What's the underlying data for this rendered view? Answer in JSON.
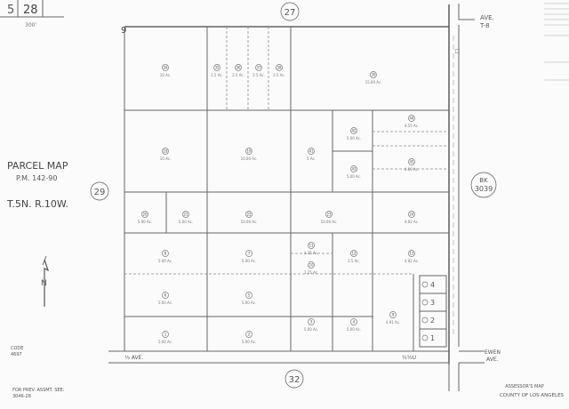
{
  "header": {
    "map_book": "28",
    "page_fragment": "5",
    "scale": "300'",
    "section_top": "27",
    "section_bottom": "32",
    "section_left": "29",
    "corner_number": "9",
    "top_right_road": "AVE.",
    "top_right_road_b": "T-8"
  },
  "left_panel": {
    "title": "PARCEL MAP",
    "pm_ref": "P.M. 142-90",
    "township": "T.5N. R.10W.",
    "code_label": "CODE",
    "code_value": "4697",
    "prev_label": "FOR PREV. ASSMT. SEE:",
    "prev_value": "3046-28",
    "north_label": "N"
  },
  "right_panel": {
    "bk_label": "BK",
    "bk_value": "3039",
    "road_bottom_right": "EWEN",
    "road_bottom_right_b": "AVE.",
    "footer_line1": "ASSESSOR'S MAP",
    "footer_line2": "COUNTY OF LOS ANGELES"
  },
  "roads": {
    "bottom_left": "⅓ AVE.",
    "bottom_mid": "½½U"
  },
  "small_lots": [
    {
      "number": "4"
    },
    {
      "number": "3"
    },
    {
      "number": "2"
    },
    {
      "number": "1"
    }
  ],
  "parcels": [
    {
      "id": "p1",
      "label": "34",
      "area": "10 Ac."
    },
    {
      "id": "p2",
      "label": "35",
      "area": "2.5 Ac."
    },
    {
      "id": "p3",
      "label": "36",
      "area": "2.5 Ac."
    },
    {
      "id": "p4",
      "label": "37",
      "area": "2.5 Ac."
    },
    {
      "id": "p5",
      "label": "38",
      "area": "2.5 Ac."
    },
    {
      "id": "p6",
      "label": "39",
      "area": "15.00 Ac."
    },
    {
      "id": "p7",
      "label": "18",
      "area": "10 Ac."
    },
    {
      "id": "p8",
      "label": "19",
      "area": "10.00 Ac."
    },
    {
      "id": "p9",
      "label": "41",
      "area": "5 Ac."
    },
    {
      "id": "p10",
      "label": "42",
      "area": "5.00 Ac."
    },
    {
      "id": "p11",
      "label": "43",
      "area": "5.00 Ac."
    },
    {
      "id": "p12",
      "label": "44",
      "area": "4.55 Ac."
    },
    {
      "id": "p13",
      "label": "45",
      "area": "4.66 Ac."
    },
    {
      "id": "p14",
      "label": "20",
      "area": "5.00 Ac."
    },
    {
      "id": "p15",
      "label": "21",
      "area": "5.00 Ac."
    },
    {
      "id": "p16",
      "label": "22",
      "area": "10.00 Ac."
    },
    {
      "id": "p17",
      "label": "23",
      "area": "10.00 Ac."
    },
    {
      "id": "p18",
      "label": "24",
      "area": "4.92 Ac."
    },
    {
      "id": "p19",
      "label": "8",
      "area": "5.00 Ac."
    },
    {
      "id": "p20",
      "label": "7",
      "area": "5.00 Ac."
    },
    {
      "id": "p21",
      "label": "11",
      "area": "1.25 Ac."
    },
    {
      "id": "p22",
      "label": "12",
      "area": "2.5 Ac."
    },
    {
      "id": "p23",
      "label": "13",
      "area": "4.82 Ac."
    },
    {
      "id": "p24",
      "label": "10",
      "area": "1.25 Ac."
    },
    {
      "id": "p25",
      "label": "6",
      "area": "5.00 Ac."
    },
    {
      "id": "p26",
      "label": "5",
      "area": "5.00 Ac."
    },
    {
      "id": "p27",
      "label": "1",
      "area": "5.00 Ac."
    },
    {
      "id": "p28",
      "label": "2",
      "area": "5.00 Ac."
    },
    {
      "id": "p29",
      "label": "3",
      "area": "5.00 Ac."
    },
    {
      "id": "p30",
      "label": "4",
      "area": "5.00 Ac."
    },
    {
      "id": "p31",
      "label": "9",
      "area": "4.91 Ac."
    }
  ]
}
